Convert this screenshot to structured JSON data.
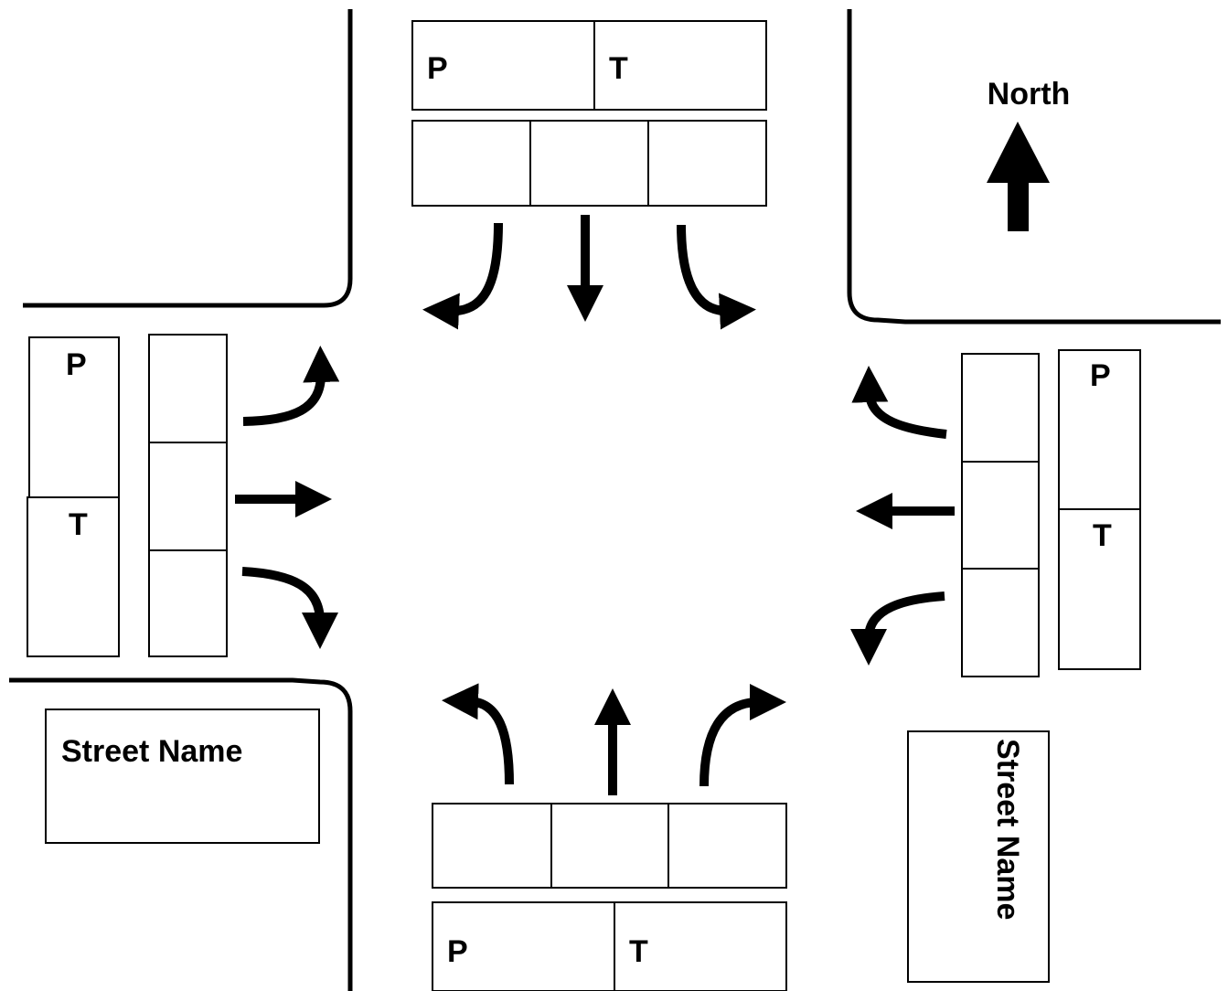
{
  "diagram": {
    "compass_label": "North",
    "approach_north": {
      "label_p": "P",
      "label_t": "T"
    },
    "approach_south": {
      "label_p": "P",
      "label_t": "T"
    },
    "approach_west": {
      "label_p": "P",
      "label_t": "T"
    },
    "approach_east": {
      "label_p": "P",
      "label_t": "T"
    },
    "street_name_horizontal": "Street Name",
    "street_name_vertical": "Street Name"
  },
  "colors": {
    "ink": "#000000",
    "paper": "#ffffff"
  }
}
